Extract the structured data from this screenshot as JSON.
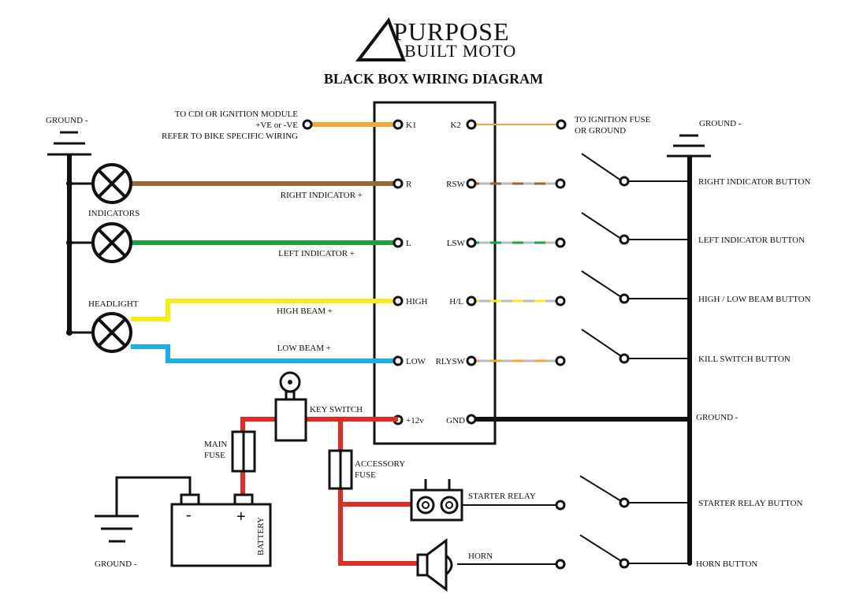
{
  "logo": {
    "line1": "PURPOSE",
    "line2": "BUILT MOTO"
  },
  "title": "BLACK BOX WIRING DIAGRAM",
  "colors": {
    "orange": "#F4A535",
    "brown": "#99663A",
    "green": "#1BA33F",
    "yellow": "#F7EC17",
    "blue": "#1AAEEB",
    "red": "#E32B26",
    "black": "#111111",
    "gray": "#BBBBBB"
  },
  "left_labels": {
    "ground_top": "GROUND -",
    "indicators": "INDICATORS",
    "headlight": "HEADLIGHT",
    "cdi_line1": "TO CDI OR IGNITION MODULE",
    "cdi_line2": "+VE or -VE",
    "cdi_line3": "REFER TO BIKE SPECIFIC WIRING",
    "right_indicator": "RIGHT INDICATOR +",
    "left_indicator": "LEFT INDICATOR +",
    "high_beam": "HIGH BEAM +",
    "low_beam": "LOW BEAM +",
    "key_switch": "KEY SWITCH",
    "main_fuse_1": "MAIN",
    "main_fuse_2": "FUSE",
    "accessory_fuse_1": "ACCESSORY",
    "accessory_fuse_2": "FUSE",
    "ground_bottom": "GROUND -",
    "battery": "BATTERY",
    "battery_minus": "-",
    "battery_plus": "+"
  },
  "box_pins": {
    "left": [
      "K1",
      "R",
      "L",
      "HIGH",
      "LOW",
      "+12v"
    ],
    "right": [
      "K2",
      "RSW",
      "LSW",
      "H/L",
      "RLYSW",
      "GND"
    ]
  },
  "right_labels": {
    "ignition_line1": "TO IGNITION FUSE",
    "ignition_line2": "OR GROUND",
    "ground_top": "GROUND -",
    "right_indicator_button": "RIGHT INDICATOR BUTTON",
    "left_indicator_button": "LEFT INDICATOR BUTTON",
    "high_low_button": "HIGH / LOW BEAM BUTTON",
    "kill_switch_button": "KILL SWITCH BUTTON",
    "ground_mid": "GROUND -",
    "starter_relay": "STARTER RELAY",
    "horn": "HORN",
    "starter_relay_button": "STARTER RELAY BUTTON",
    "horn_button": "HORN BUTTON"
  }
}
